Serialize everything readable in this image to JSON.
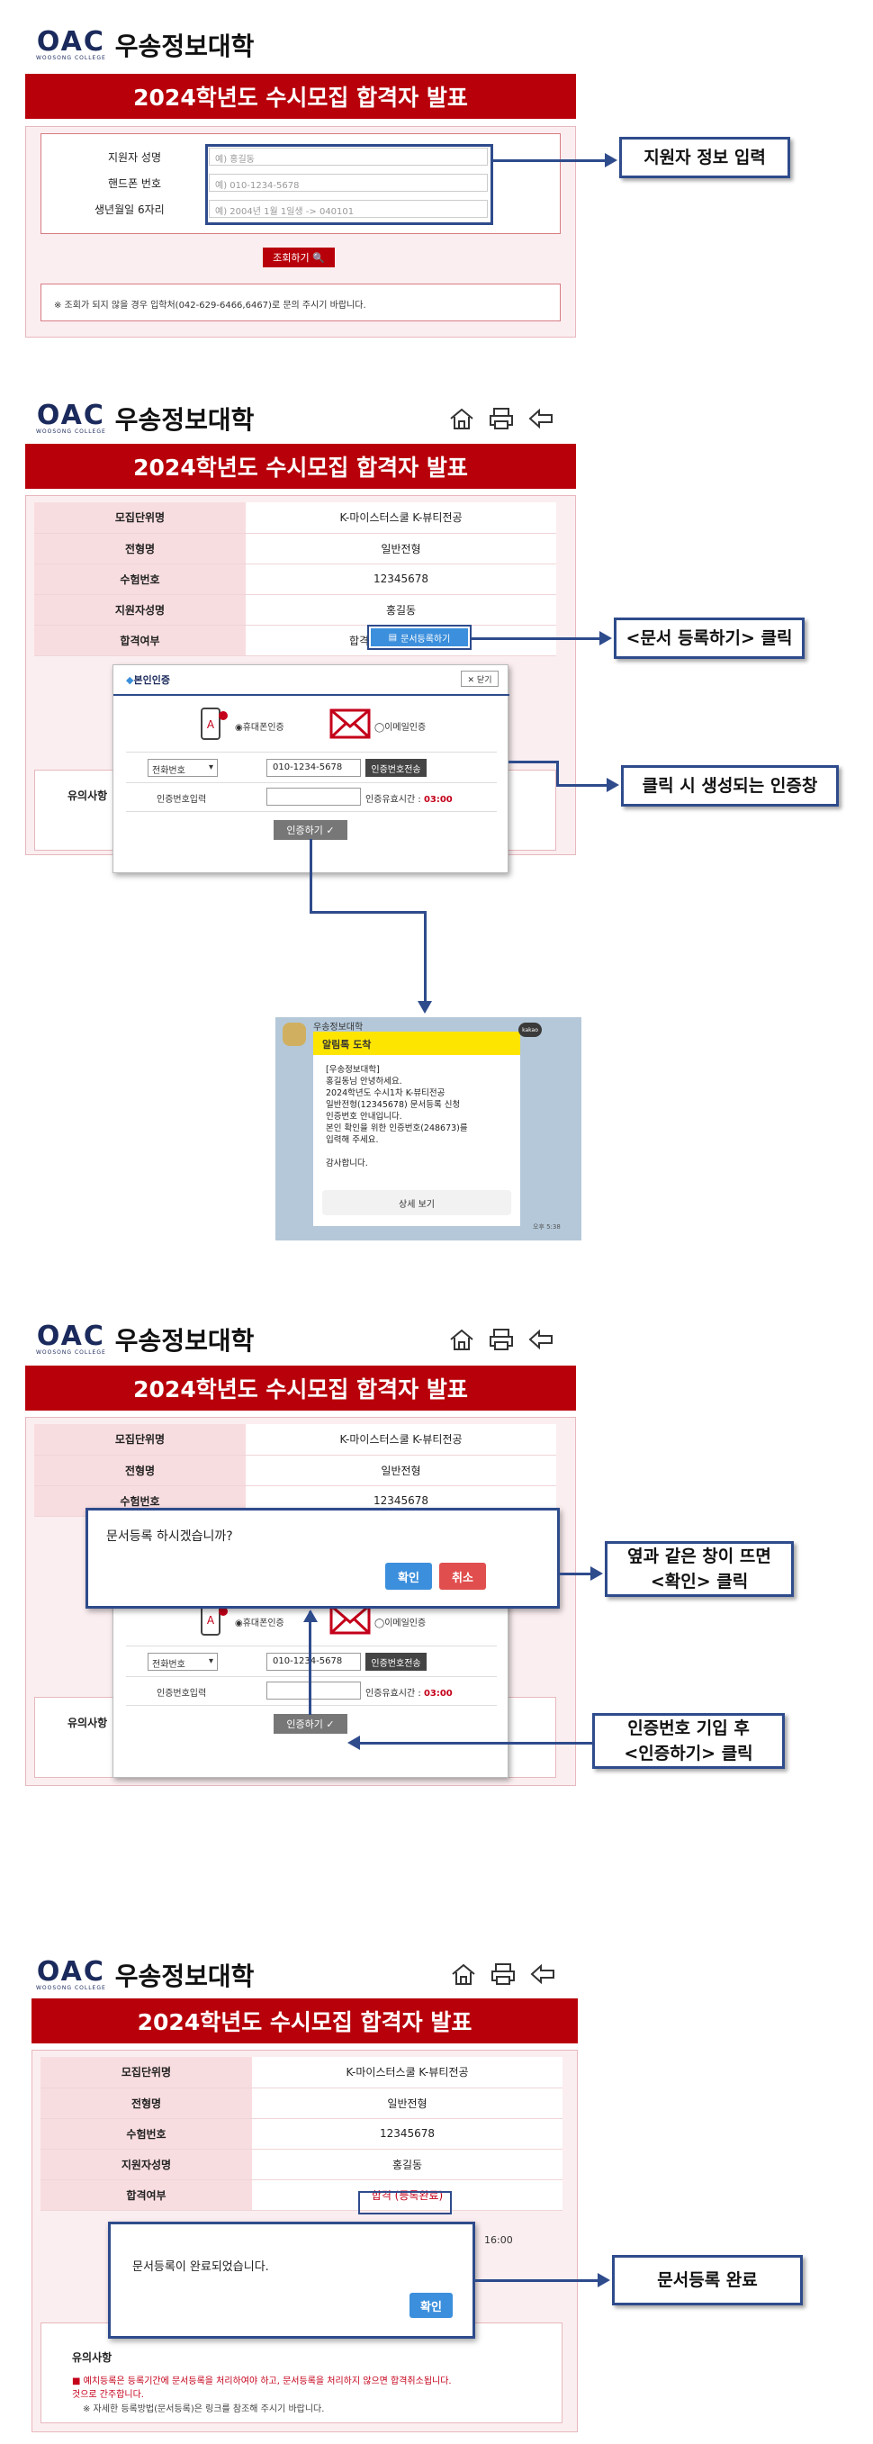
{
  "logo": {
    "mark": "OAC",
    "mark_sub": "WOOSONG COLLEGE",
    "name": "우송정보대학"
  },
  "banner_title": "2024학년도 수시모집 합격자 발표",
  "panel1": {
    "fields": [
      {
        "label": "지원자 성명",
        "placeholder": "예) 홍길동"
      },
      {
        "label": "핸드폰 번호",
        "placeholder": "예) 010-1234-5678"
      },
      {
        "label": "생년월일 6자리",
        "placeholder": "예) 2004년 1월 1일생 -> 040101"
      }
    ],
    "search_button": "조회하기 🔍",
    "notice": "※ 조회가 되지 않을 경우 입학처(042-629-6466,6467)로 문의 주시기 바랍니다."
  },
  "callouts": {
    "c1": "지원자 정보 입력",
    "c2": "<문서 등록하기> 클릭",
    "c3": "클릭 시 생성되는 인증창",
    "c4_line1": "옆과 같은 창이 뜨면",
    "c4_line2": "<확인> 클릭",
    "c5_line1": "인증번호 기입 후",
    "c5_line2": "<인증하기> 클릭",
    "c6": "문서등록 완료"
  },
  "result_table": [
    {
      "k": "모집단위명",
      "v": "K-마이스터스쿨 K-뷰티전공"
    },
    {
      "k": "전형명",
      "v": "일반전형"
    },
    {
      "k": "수험번호",
      "v": "12345678"
    },
    {
      "k": "지원자성명",
      "v": "홍길동"
    },
    {
      "k": "합격여부",
      "v": "합격"
    }
  ],
  "doc_register_button": "문서등록하기",
  "time_fragment": "16:00",
  "verify_modal": {
    "title": "본인인증",
    "close": "✕ 닫기",
    "opt_phone": "◉휴대폰인증",
    "opt_email": "◯이메일인증",
    "select_value": "전화번호",
    "phone_value": "010-1234-5678",
    "send_button": "인증번호전송",
    "code_label": "인증번호입력",
    "timer_label": "인증유효시간 :",
    "timer_value": "03:00",
    "verify_button": "인증하기 ✓"
  },
  "notice_section": {
    "title": "유의사항",
    "line1": "■ 예치등록은 등록기간에 문서등록을 처리하여야 하고, 문서등록을 처리하지 않으면 합격취소됩니다.",
    "line1b": "  것으로 간주합니다.",
    "line2": "※ 자세한 등록방법(문서등록)은 링크를 참조해 주시기 바랍니다."
  },
  "kakao": {
    "sender": "우송정보대학",
    "header": "알림톡 도착",
    "badge": "kakao",
    "lines": [
      "[우송정보대학]",
      "홍길동님 안녕하세요.",
      "2024학년도 수시1차 K-뷰티전공",
      "일반전형(12345678) 문서등록 신청",
      "인증번호 안내입니다.",
      "본인 확인을 위한 인증번호(248673)를",
      "입력해 주세요.",
      "",
      "감사합니다."
    ],
    "detail_button": "상세 보기",
    "time": "오후 5:38"
  },
  "confirm_dialog": {
    "message": "문서등록 하시겠습니까?",
    "ok": "확인",
    "cancel": "취소"
  },
  "done_dialog": {
    "message": "문서등록이 완료되었습니다.",
    "ok": "확인"
  },
  "result_done": "합격 (등록완료)",
  "colors": {
    "brand_red": "#b8000a",
    "annotation_blue": "#2e4b8c",
    "kakao_yellow": "#fee500"
  }
}
